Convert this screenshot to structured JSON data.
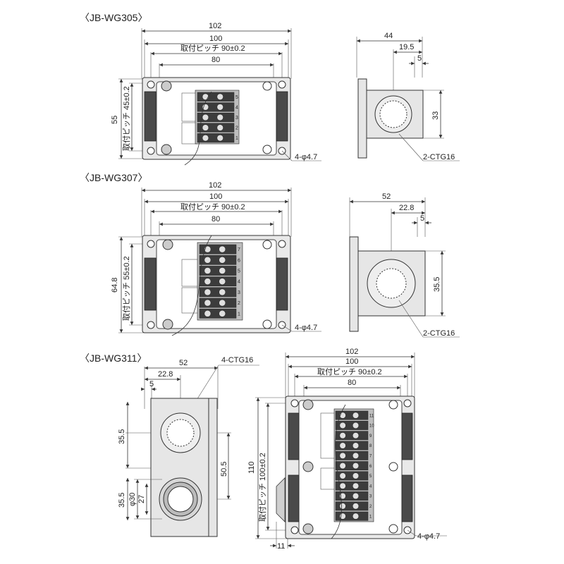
{
  "titles": {
    "wg305": "〈JB-WG305〉",
    "wg307": "〈JB-WG307〉",
    "wg311": "〈JB-WG311〉"
  },
  "wg305": {
    "w102": "102",
    "w100": "100",
    "pitch": "取付ピッチ 90±0.2",
    "w80": "80",
    "h55": "55",
    "hpitch": "取付ピッチ 45±0.2",
    "hole": "4-φ4.7",
    "d44": "44",
    "d19_5": "19.5",
    "d5": "5",
    "d33": "33",
    "ctg": "2-CTG16",
    "terminals": [
      "5",
      "4",
      "3",
      "2",
      "1"
    ]
  },
  "wg307": {
    "w102": "102",
    "w100": "100",
    "pitch": "取付ピッチ 90±0.2",
    "w80": "80",
    "h64_8": "64.8",
    "hpitch": "取付ピッチ 55±0.2",
    "hole": "4-φ4.7",
    "d52": "52",
    "d22_8": "22.8",
    "d5": "5",
    "d35_5": "35.5",
    "ctg": "2-CTG16",
    "terminals": [
      "7",
      "6",
      "5",
      "4",
      "3",
      "2",
      "1"
    ]
  },
  "wg311": {
    "d52": "52",
    "d22_8": "22.8",
    "d5": "5",
    "ctg": "4-CTG16",
    "d35_5a": "35.5",
    "d50_5": "50.5",
    "d35_5b": "35.5",
    "phi30": "φ30",
    "d27": "27",
    "w102": "102",
    "w100": "100",
    "pitch": "取付ピッチ 90±0.2",
    "w80": "80",
    "h110": "110",
    "hpitch": "取付ピッチ 100±0.2",
    "d11": "11",
    "hole": "4-φ4.7",
    "terminals": [
      "11",
      "10",
      "9",
      "8",
      "7",
      "6",
      "5",
      "4",
      "3",
      "2",
      "1"
    ]
  }
}
